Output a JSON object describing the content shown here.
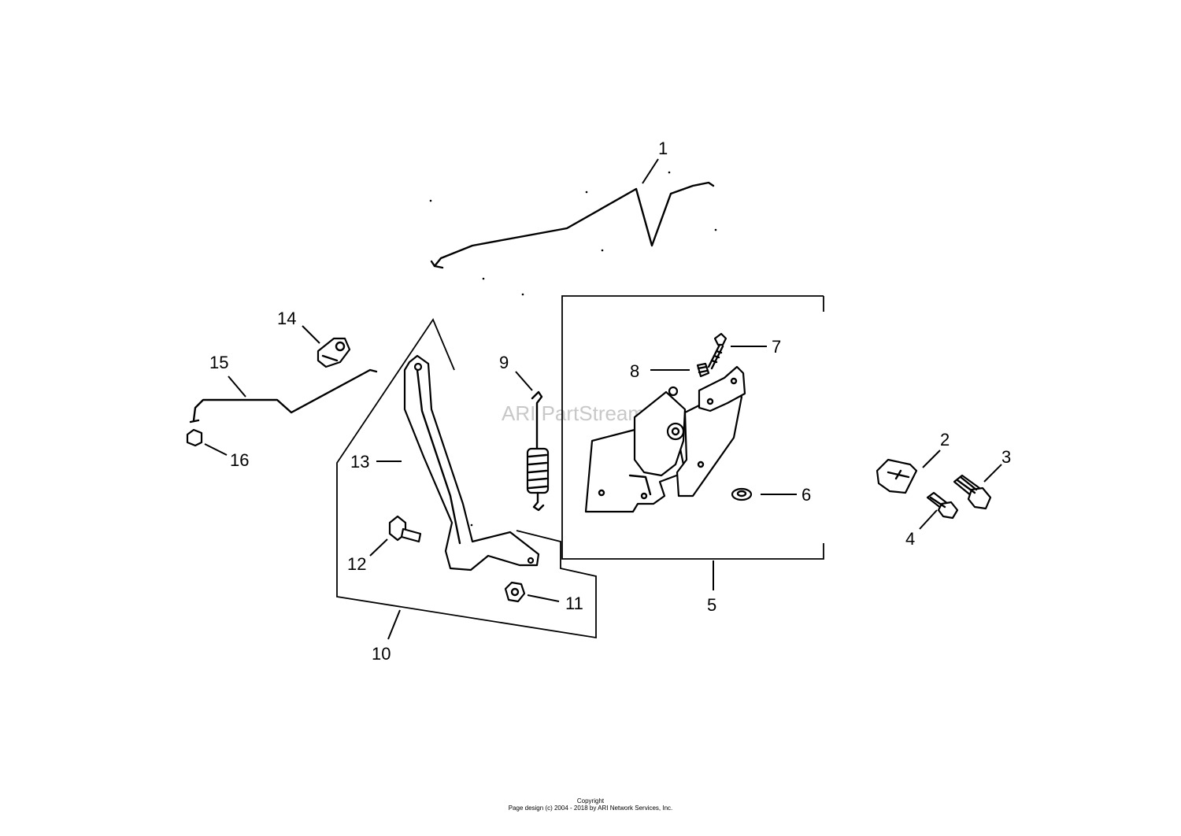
{
  "watermark": "ARI PartStream",
  "callouts": {
    "c1": "1",
    "c2": "2",
    "c3": "3",
    "c4": "4",
    "c5": "5",
    "c6": "6",
    "c7": "7",
    "c8": "8",
    "c9": "9",
    "c10": "10",
    "c11": "11",
    "c12": "12",
    "c13": "13",
    "c14": "14",
    "c15": "15",
    "c16": "16"
  },
  "footer": {
    "title": "Copyright",
    "text": "Page design (c) 2004 - 2018 by ARI Network Services, Inc."
  }
}
